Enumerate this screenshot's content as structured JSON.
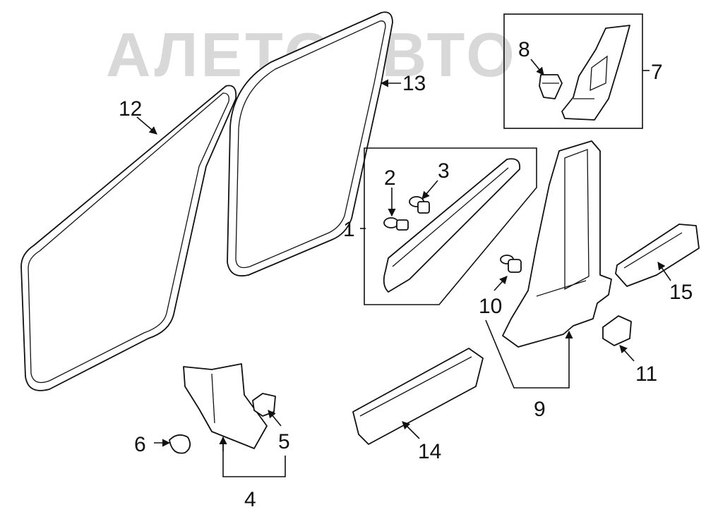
{
  "watermark": "АЛЕТОАВТО",
  "callouts": {
    "c1": "1",
    "c2": "2",
    "c3": "3",
    "c4": "4",
    "c5": "5",
    "c6": "6",
    "c7": "7",
    "c8": "8",
    "c9": "9",
    "c10": "10",
    "c11": "11",
    "c12": "12",
    "c13": "13",
    "c14": "14",
    "c15": "15"
  }
}
